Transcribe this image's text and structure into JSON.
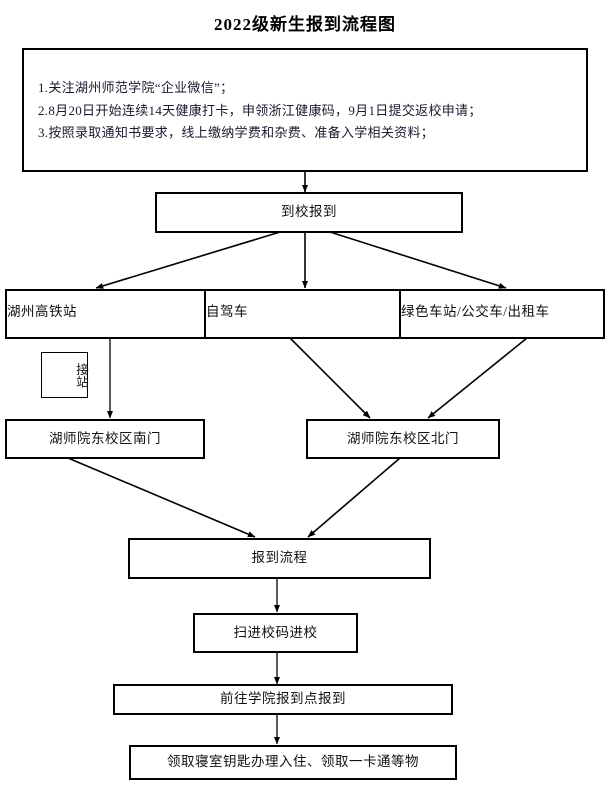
{
  "title": "2022级新生报到流程图",
  "notes": {
    "name": "pre-arrival-instructions",
    "lines": [
      "1.关注湖州师范学院“企业微信”；",
      "2.8月20日开始连续14天健康打卡，申领浙江健康码，9月1日提交返校申请；",
      "3.按照录取通知书要求，线上缴纳学费和杂费、准备入学相关资料；"
    ]
  },
  "nodes": {
    "arrive": "到校报到",
    "transport": [
      "湖州高铁站",
      "自驾车",
      "绿色车站/公交车/出租车"
    ],
    "pickup": "接站",
    "gate_south": "湖师院东校区南门",
    "gate_north": "湖师院东校区北门",
    "registration": "报到流程",
    "scan_code": "扫进校码进校",
    "college_point": "前往学院报到点报到",
    "dorm_key": "领取寝室钥匙办理入住、领取一卡通等物"
  },
  "colors": {
    "border": "#000000",
    "text": "#111111",
    "background": "#ffffff",
    "note_text": "#1a1a2e"
  }
}
